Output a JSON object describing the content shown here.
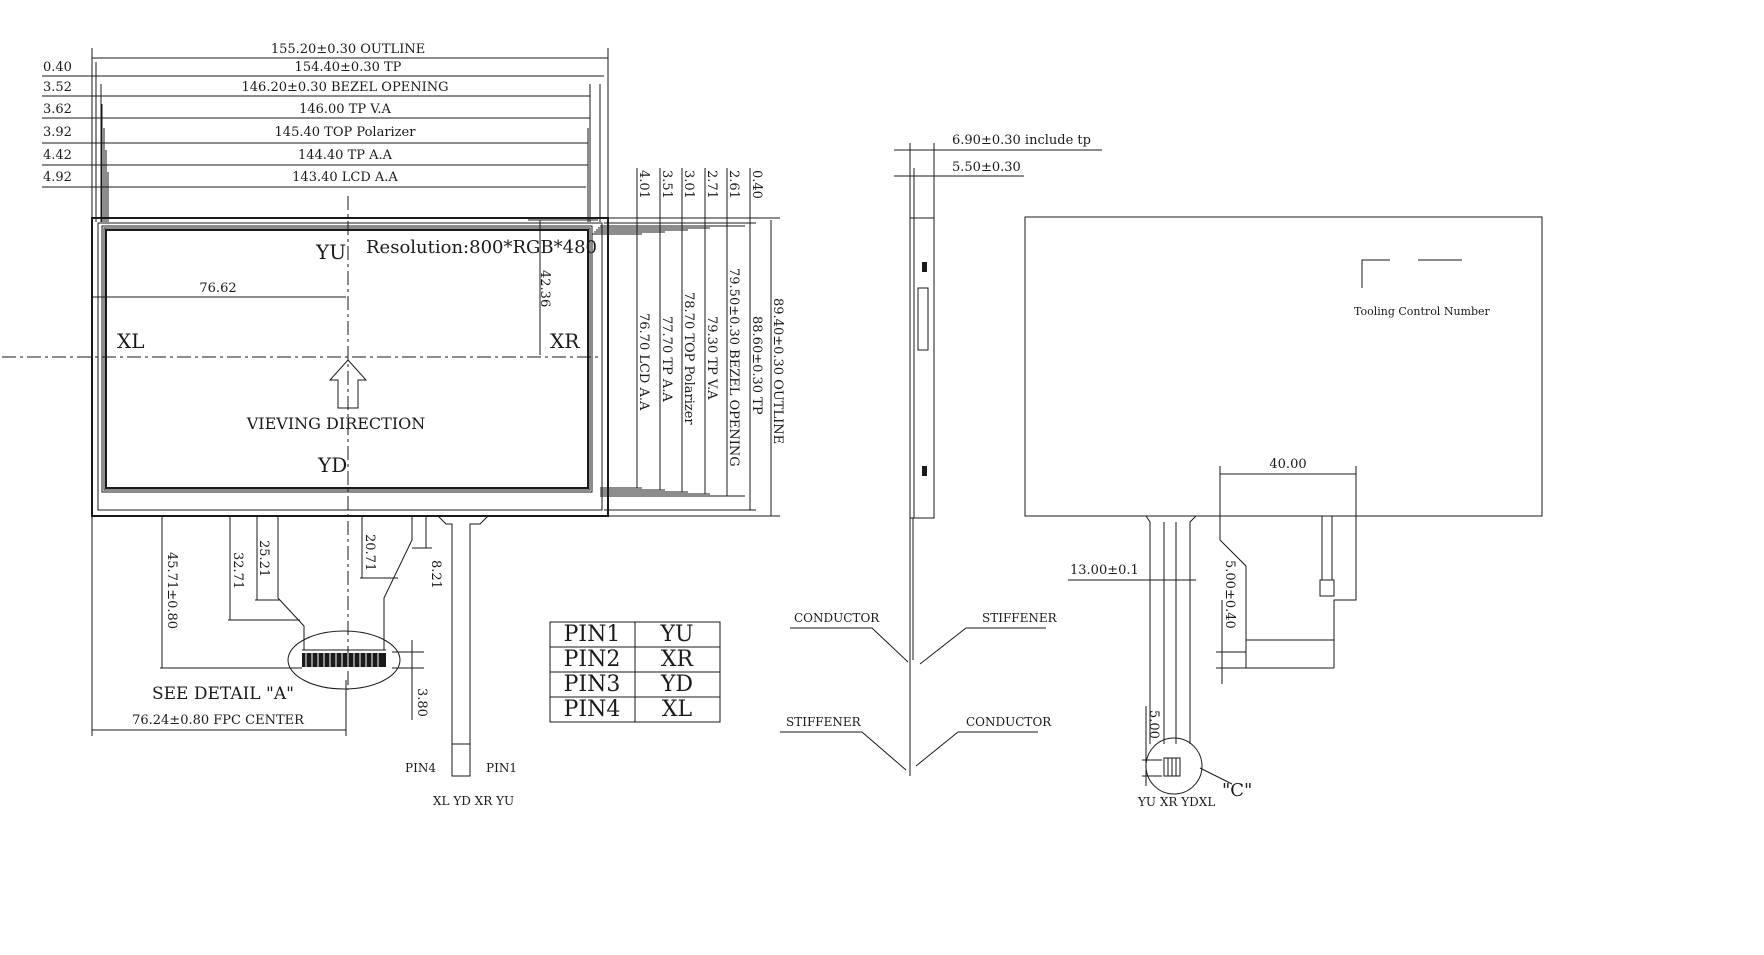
{
  "front_view": {
    "horizontal_dims": [
      {
        "id": "outline",
        "label": "155.20±0.30 OUTLINE"
      },
      {
        "id": "tp",
        "label": "154.40±0.30 TP",
        "offset": "0.40"
      },
      {
        "id": "bezel",
        "label": "146.20±0.30 BEZEL OPENING",
        "offset": "3.52"
      },
      {
        "id": "tpva",
        "label": "146.00 TP V.A",
        "offset": "3.62"
      },
      {
        "id": "toppol",
        "label": "145.40 TOP Polarizer",
        "offset": "3.92"
      },
      {
        "id": "tpaa",
        "label": "144.40 TP A.A",
        "offset": "4.42"
      },
      {
        "id": "lcdaa",
        "label": "143.40 LCD A.A",
        "offset": "4.92"
      }
    ],
    "vertical_dims": [
      {
        "id": "lcdaa",
        "label": "76.70 LCD A.A",
        "offset": "4.01"
      },
      {
        "id": "tpaa",
        "label": "77.70 TP A.A",
        "offset": "3.51"
      },
      {
        "id": "toppol",
        "label": "78.70 TOP Polarizer",
        "offset": "3.01"
      },
      {
        "id": "tpva",
        "label": "79.30 TP V.A",
        "offset": "2.71"
      },
      {
        "id": "bezel",
        "label": "79.50±0.30 BEZEL OPENING",
        "offset": "2.61"
      },
      {
        "id": "tp",
        "label": "88.60±0.30 TP",
        "offset": "0.40"
      },
      {
        "id": "outline",
        "label": "89.40±0.30 OUTLINE"
      }
    ],
    "resolution": "Resolution:800*RGB*480",
    "center_x_dim": "76.62",
    "center_y_dim": "42.36",
    "axis_labels": {
      "top": "YU",
      "bottom": "YD",
      "left": "XL",
      "right": "XR"
    },
    "viewing_direction": "VIEVING DIRECTION",
    "fpc_dims": {
      "d1": "45.71±0.80",
      "d2": "32.71",
      "d3": "25.21",
      "d4": "20.71",
      "d5": "8.21",
      "d6": "3.80"
    },
    "see_detail": "SEE DETAIL \"A\"",
    "fpc_center": "76.24±0.80 FPC CENTER",
    "tail_pin_left": "PIN4",
    "tail_pin_right": "PIN1",
    "tail_signals": "XL YD XR YU"
  },
  "pin_table": [
    {
      "pin": "PIN1",
      "signal": "YU"
    },
    {
      "pin": "PIN2",
      "signal": "XR"
    },
    {
      "pin": "PIN3",
      "signal": "YD"
    },
    {
      "pin": "PIN4",
      "signal": "XL"
    }
  ],
  "side_view": {
    "thickness_total": "6.90±0.30 include tp",
    "thickness_lcd": "5.50±0.30",
    "conductor": "CONDUCTOR",
    "stiffener": "STIFFENER"
  },
  "back_view": {
    "tooling": "Tooling Control Number",
    "dim_40": "40.00",
    "dim_13": "13.00±0.1",
    "dim_5_040": "5.00±0.40",
    "dim_5": "5.00",
    "detail_c": "\"C\"",
    "signals": "YU XR YDXL"
  }
}
